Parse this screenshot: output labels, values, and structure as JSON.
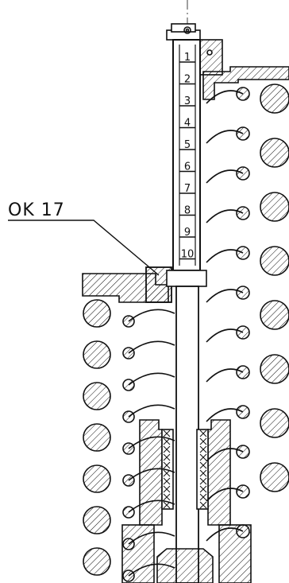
{
  "callout": {
    "label": "OK 17"
  },
  "scale": {
    "numbers": [
      "1",
      "2",
      "3",
      "4",
      "5",
      "6",
      "7",
      "8",
      "9",
      "10"
    ]
  }
}
